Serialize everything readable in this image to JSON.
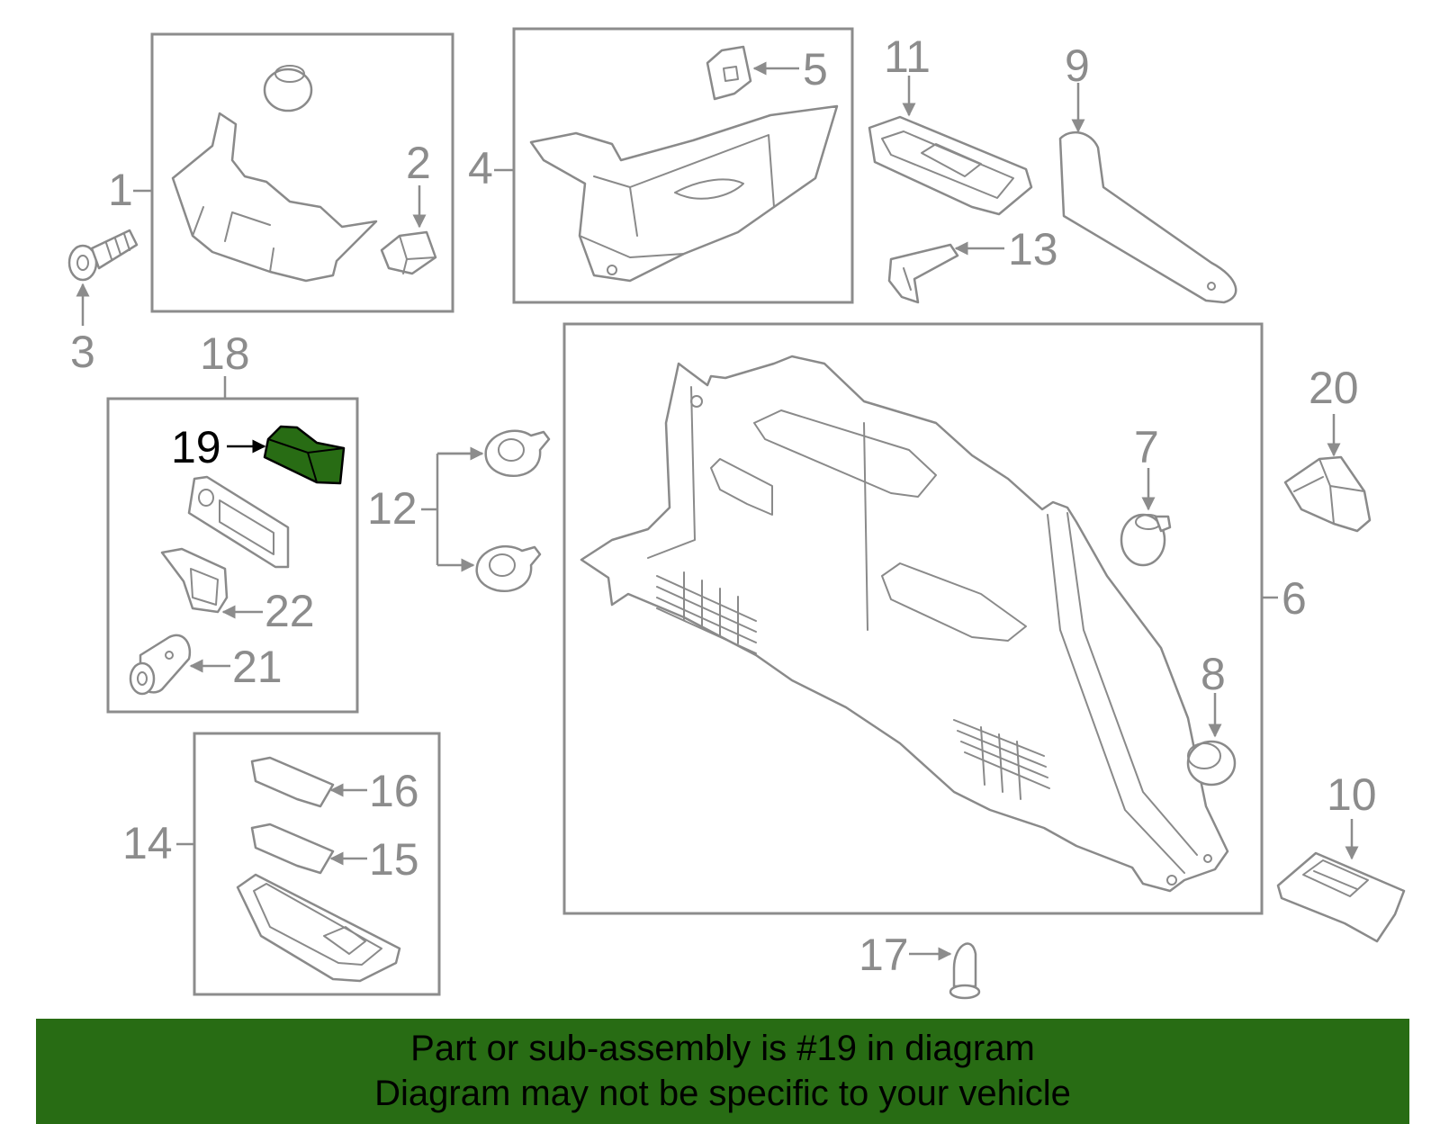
{
  "callouts": {
    "c1": "1",
    "c2": "2",
    "c3": "3",
    "c4": "4",
    "c5": "5",
    "c6": "6",
    "c7": "7",
    "c8": "8",
    "c9": "9",
    "c10": "10",
    "c11": "11",
    "c12": "12",
    "c13": "13",
    "c14": "14",
    "c15": "15",
    "c16": "16",
    "c17": "17",
    "c18": "18",
    "c19": "19",
    "c20": "20",
    "c21": "21",
    "c22": "22"
  },
  "highlighted_part": "19",
  "colors": {
    "highlight": "#286c14",
    "lines": "#8c8c8c",
    "banner_text": "#000000"
  },
  "banner": {
    "line1": "Part or sub-assembly is #19 in diagram",
    "line2": "Diagram may not be specific to your vehicle"
  }
}
